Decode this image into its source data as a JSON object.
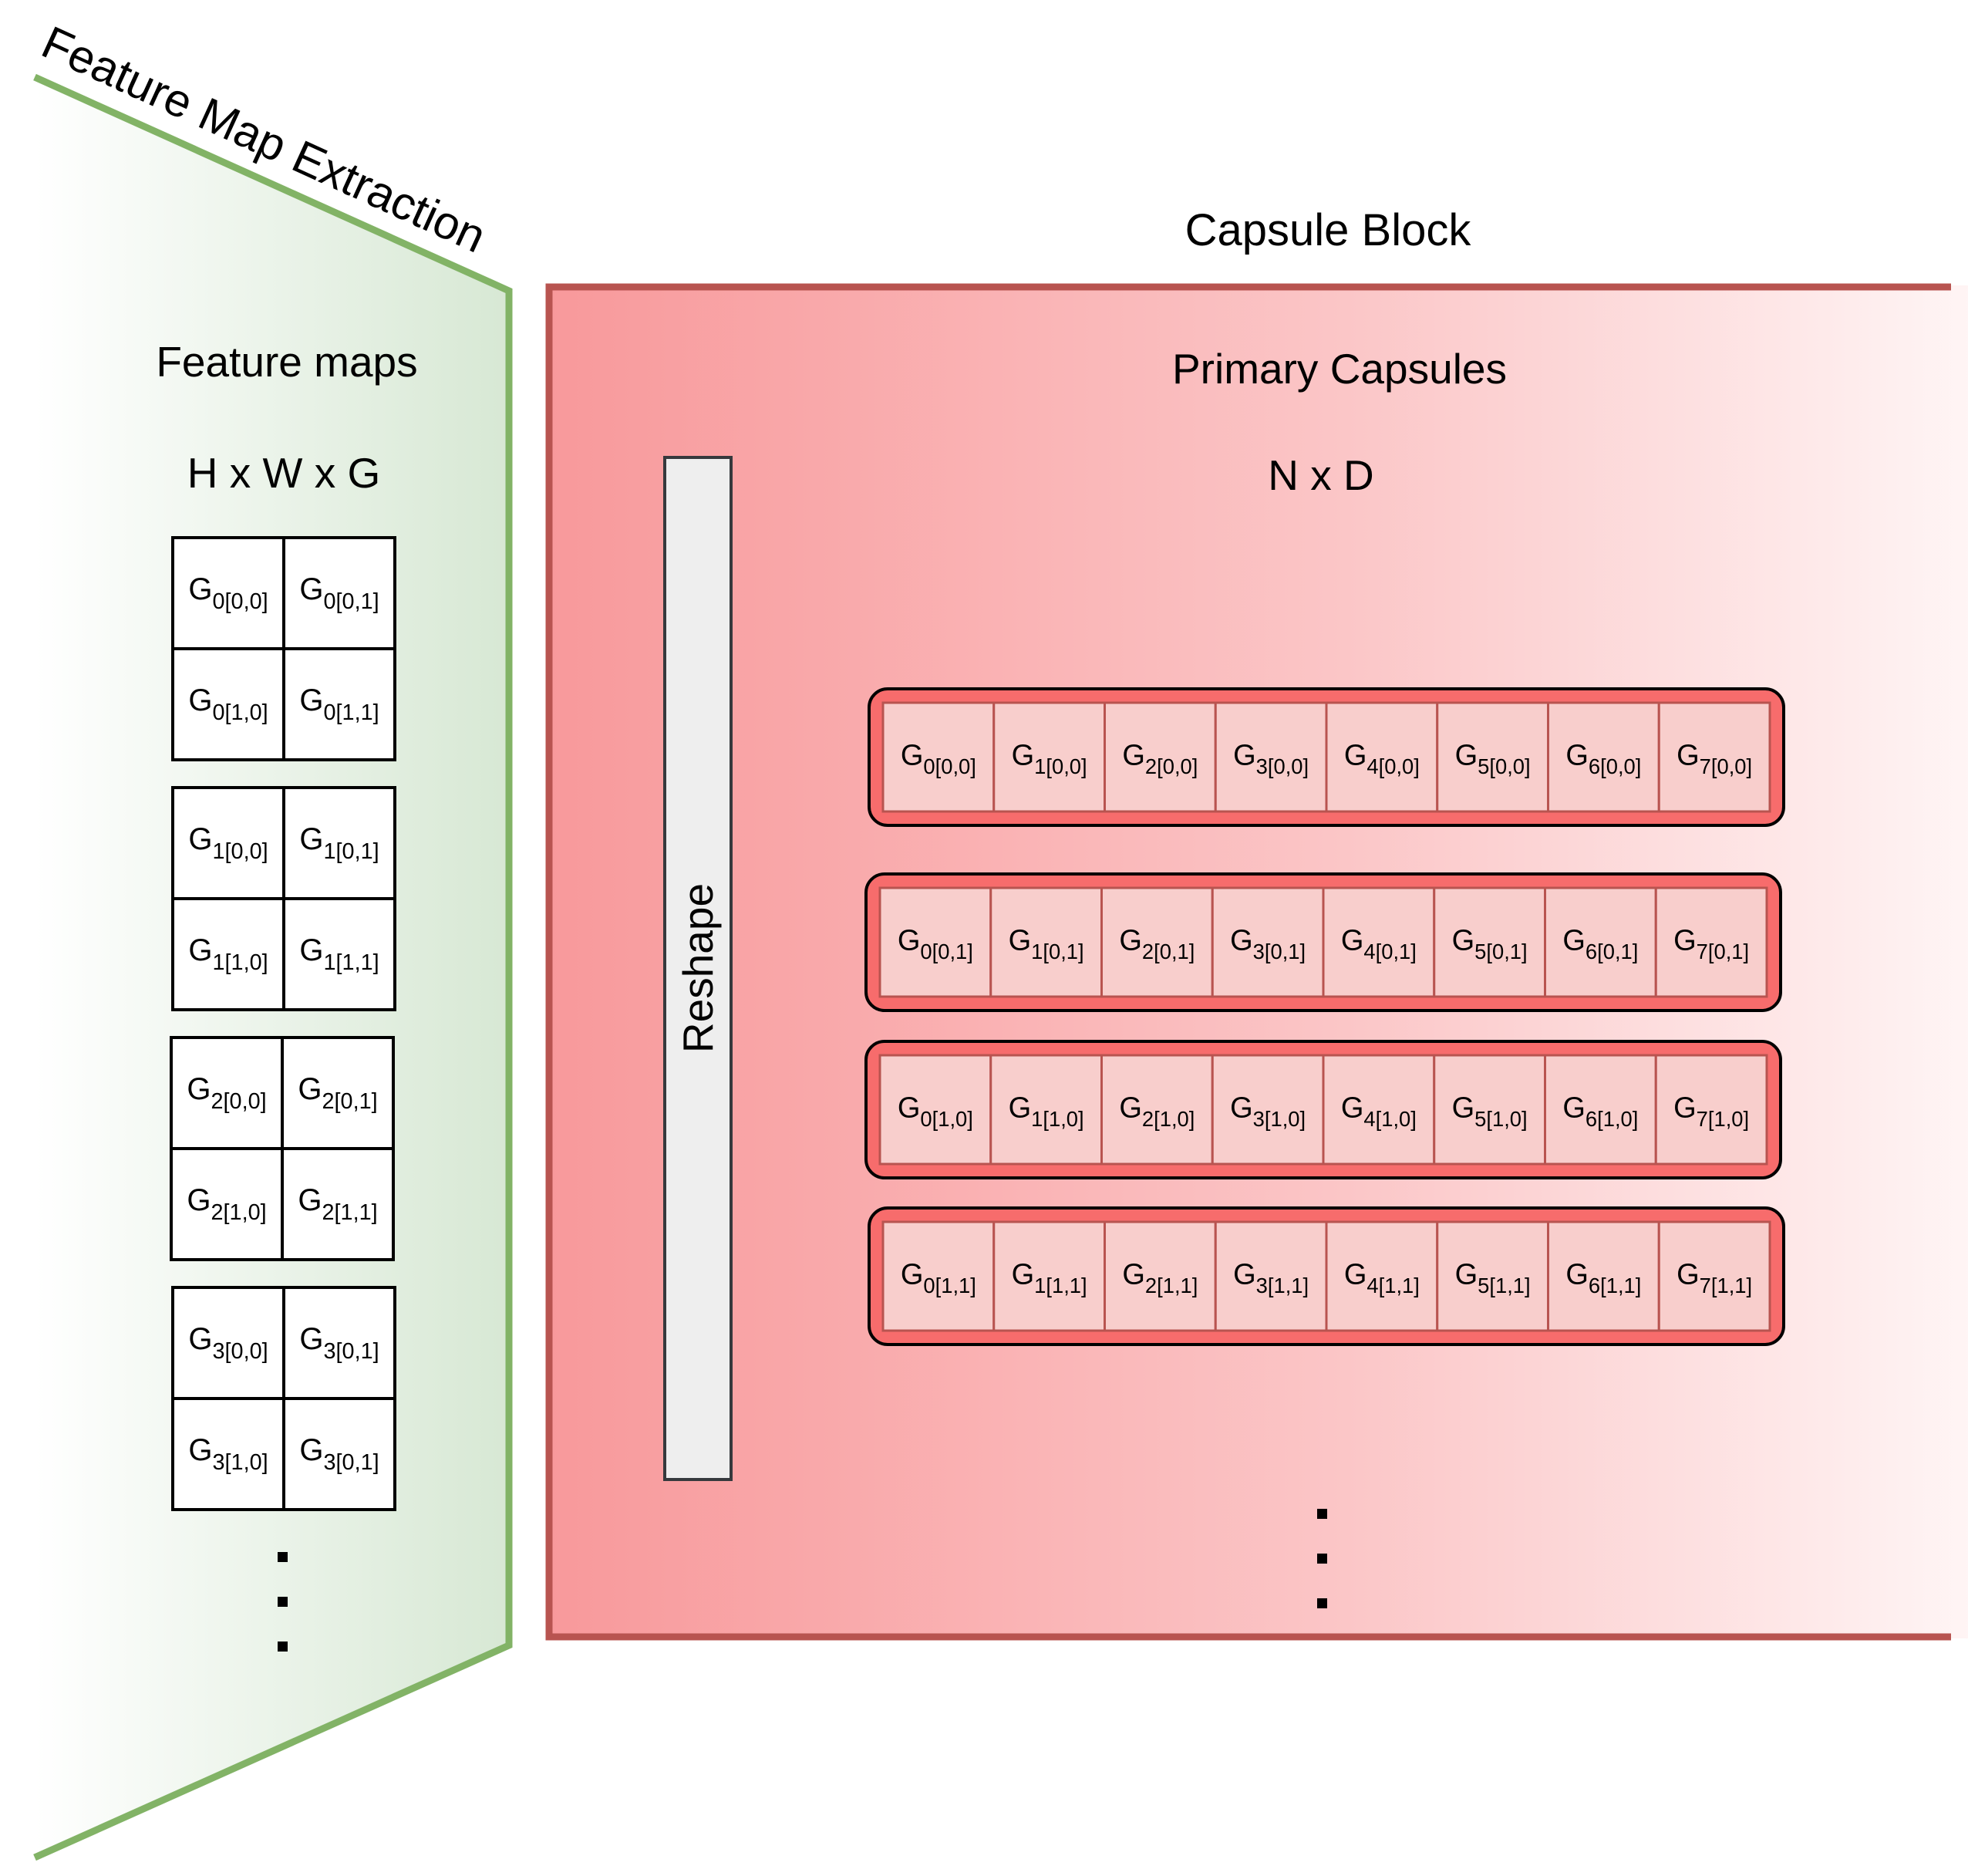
{
  "feature_panel": {
    "title": "Feature Map Extraction",
    "label": "Feature maps",
    "dims": "H x W x G",
    "colors": {
      "fill": "#d7e8d4",
      "stroke": "#82b366"
    },
    "maps": [
      {
        "cells": [
          {
            "main": "G",
            "sub": "0[0,0]"
          },
          {
            "main": "G",
            "sub": "0[0,1]"
          },
          {
            "main": "G",
            "sub": "0[1,0]"
          },
          {
            "main": "G",
            "sub": "0[1,1]"
          }
        ]
      },
      {
        "cells": [
          {
            "main": "G",
            "sub": "1[0,0]"
          },
          {
            "main": "G",
            "sub": "1[0,1]"
          },
          {
            "main": "G",
            "sub": "1[1,0]"
          },
          {
            "main": "G",
            "sub": "1[1,1]"
          }
        ]
      },
      {
        "cells": [
          {
            "main": "G",
            "sub": "2[0,0]"
          },
          {
            "main": "G",
            "sub": "2[0,1]"
          },
          {
            "main": "G",
            "sub": "2[1,0]"
          },
          {
            "main": "G",
            "sub": "2[1,1]"
          }
        ]
      },
      {
        "cells": [
          {
            "main": "G",
            "sub": "3[0,0]"
          },
          {
            "main": "G",
            "sub": "3[0,1]"
          },
          {
            "main": "G",
            "sub": "3[1,0]"
          },
          {
            "main": "G",
            "sub": "3[0,1]"
          }
        ]
      }
    ]
  },
  "capsule_block": {
    "title": "Capsule Block",
    "label": "Primary Capsules",
    "dims": "N x D",
    "reshape_label": "Reshape",
    "colors": {
      "fill_left": "#f8999b",
      "fill_right": "#fff7f7",
      "stroke": "#b85450",
      "capsule_fill": "#f76c6c",
      "cell_fill": "#f8cecc"
    },
    "capsules": [
      {
        "cells": [
          {
            "main": "G",
            "sub": "0[0,0]"
          },
          {
            "main": "G",
            "sub": "1[0,0]"
          },
          {
            "main": "G",
            "sub": "2[0,0]"
          },
          {
            "main": "G",
            "sub": "3[0,0]"
          },
          {
            "main": "G",
            "sub": "4[0,0]"
          },
          {
            "main": "G",
            "sub": "5[0,0]"
          },
          {
            "main": "G",
            "sub": "6[0,0]"
          },
          {
            "main": "G",
            "sub": "7[0,0]"
          }
        ]
      },
      {
        "cells": [
          {
            "main": "G",
            "sub": "0[0,1]"
          },
          {
            "main": "G",
            "sub": "1[0,1]"
          },
          {
            "main": "G",
            "sub": "2[0,1]"
          },
          {
            "main": "G",
            "sub": "3[0,1]"
          },
          {
            "main": "G",
            "sub": "4[0,1]"
          },
          {
            "main": "G",
            "sub": "5[0,1]"
          },
          {
            "main": "G",
            "sub": "6[0,1]"
          },
          {
            "main": "G",
            "sub": "7[0,1]"
          }
        ]
      },
      {
        "cells": [
          {
            "main": "G",
            "sub": "0[1,0]"
          },
          {
            "main": "G",
            "sub": "1[1,0]"
          },
          {
            "main": "G",
            "sub": "2[1,0]"
          },
          {
            "main": "G",
            "sub": "3[1,0]"
          },
          {
            "main": "G",
            "sub": "4[1,0]"
          },
          {
            "main": "G",
            "sub": "5[1,0]"
          },
          {
            "main": "G",
            "sub": "6[1,0]"
          },
          {
            "main": "G",
            "sub": "7[1,0]"
          }
        ]
      },
      {
        "cells": [
          {
            "main": "G",
            "sub": "0[1,1]"
          },
          {
            "main": "G",
            "sub": "1[1,1]"
          },
          {
            "main": "G",
            "sub": "2[1,1]"
          },
          {
            "main": "G",
            "sub": "3[1,1]"
          },
          {
            "main": "G",
            "sub": "4[1,1]"
          },
          {
            "main": "G",
            "sub": "5[1,1]"
          },
          {
            "main": "G",
            "sub": "6[1,1]"
          },
          {
            "main": "G",
            "sub": "7[1,1]"
          }
        ]
      }
    ]
  }
}
